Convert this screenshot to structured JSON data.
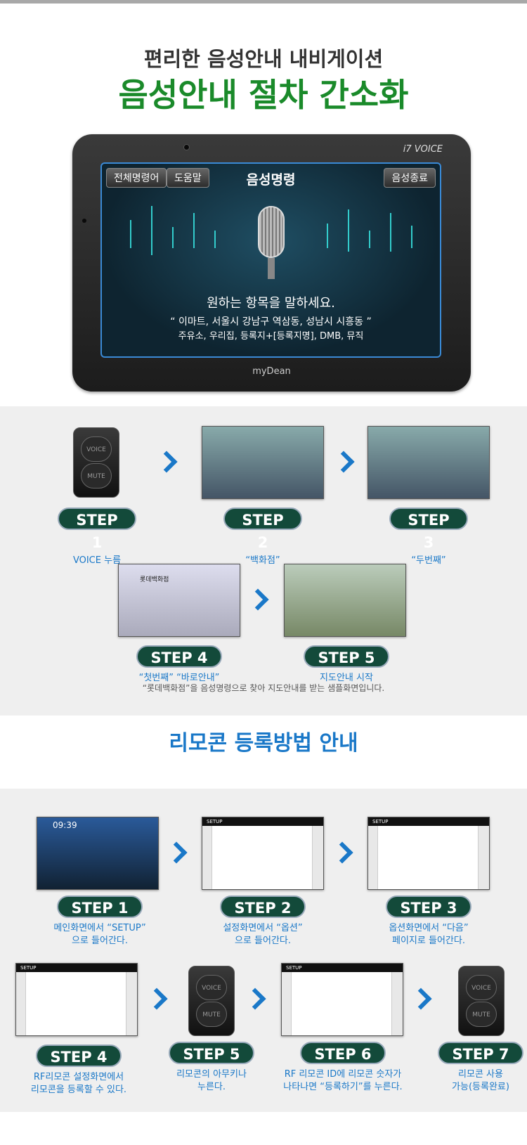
{
  "hero": {
    "subtitle": "편리한 음성안내 내비게이션",
    "title": "음성안내 절차 간소화",
    "device": {
      "model": "i7 VOICE",
      "brand": "myDean",
      "screen": {
        "btn_all_commands": "전체명령어",
        "btn_help": "도움말",
        "title": "음성명령",
        "btn_end": "음성종료",
        "prompt": "원하는 항목을 말하세요.",
        "examples_line1": "“ 이마트, 서울시 강남구 역삼동, 성남시 시흥동 ”",
        "examples_line2": "주유소, 우리집, 등록지+[등록지명], DMB, 뮤직"
      }
    }
  },
  "voice_steps": [
    {
      "badge": "STEP 1",
      "caption": "VOICE 누름"
    },
    {
      "badge": "STEP 2",
      "caption": "“백화점”"
    },
    {
      "badge": "STEP 3",
      "caption": "“두번째”"
    },
    {
      "badge": "STEP 4",
      "caption": "“첫번째” “바로안내”"
    },
    {
      "badge": "STEP 5",
      "caption": "지도안내 시작"
    }
  ],
  "remote_labels": {
    "voice": "VOICE",
    "mute": "MUTE"
  },
  "voice_note": "“롯데백화점”을 음성명령으로 찾아 지도안내를 받는 샘플화면입니다.",
  "remote_title": "리모콘 등록방법 안내",
  "remote_steps": [
    {
      "badge": "STEP 1",
      "caption1": "메인화면에서 “SETUP”",
      "caption2": "으로 들어간다."
    },
    {
      "badge": "STEP 2",
      "caption1": "설정화면에서 “옵션”",
      "caption2": "으로 들어간다."
    },
    {
      "badge": "STEP 3",
      "caption1": "옵션화면에서 “다음”",
      "caption2": "페이지로 들어간다."
    },
    {
      "badge": "STEP 4",
      "caption1": "RF리모콘 설정화면에서",
      "caption2": "리모콘을 등록할 수 있다."
    },
    {
      "badge": "STEP 5",
      "caption1": "리모콘의 아무키나",
      "caption2": "누른다."
    },
    {
      "badge": "STEP 6",
      "caption1": "RF 리모콘 ID에 리모콘 숫자가",
      "caption2": "나타나면 “등록하기”를 누른다."
    },
    {
      "badge": "STEP 7",
      "caption1": "리모콘 사용",
      "caption2": "가능(등록완료)"
    }
  ],
  "thumbs": {
    "search": "롯데백화점",
    "main_time": "09:39",
    "setup": "SETUP"
  }
}
